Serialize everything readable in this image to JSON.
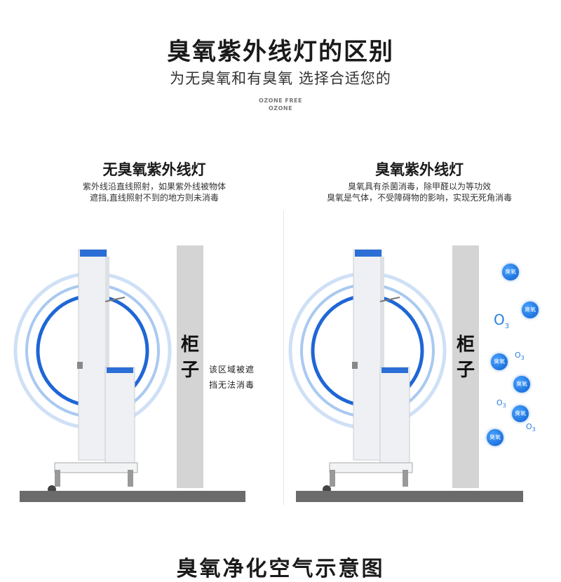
{
  "header": {
    "title": "臭氧紫外线灯的区别",
    "subtitle": "为无臭氧和有臭氧 选择合适您的",
    "eng_line1": "OZONE FREE",
    "eng_line2": "OZONE"
  },
  "left": {
    "title": "无臭氧紫外线灯",
    "desc_line1": "紫外线沿直线照射，如果紫外线被物体",
    "desc_line2": "遮挡,直线照射不到的地方则未消毒",
    "cabinet_char1": "柜",
    "cabinet_char2": "子",
    "note_line1": "该区域被遮",
    "note_line2": "挡无法消毒"
  },
  "right": {
    "title": "臭氧紫外线灯",
    "desc_line1": "臭氧具有杀菌消毒，除甲醛以为等功效",
    "desc_line2": "臭氧是气体，不受障碍物的影响，实现无死角消毒",
    "cabinet_char1": "柜",
    "cabinet_char2": "子",
    "bubble_label": "臭氧",
    "o3_label": "O",
    "o3_sub": "3"
  },
  "bottom": {
    "title": "臭氧净化空气示意图"
  },
  "colors": {
    "accent_blue": "#1f66d6",
    "cabinet_gray": "#d4d4d4",
    "floor_gray": "#6b6b6b"
  }
}
